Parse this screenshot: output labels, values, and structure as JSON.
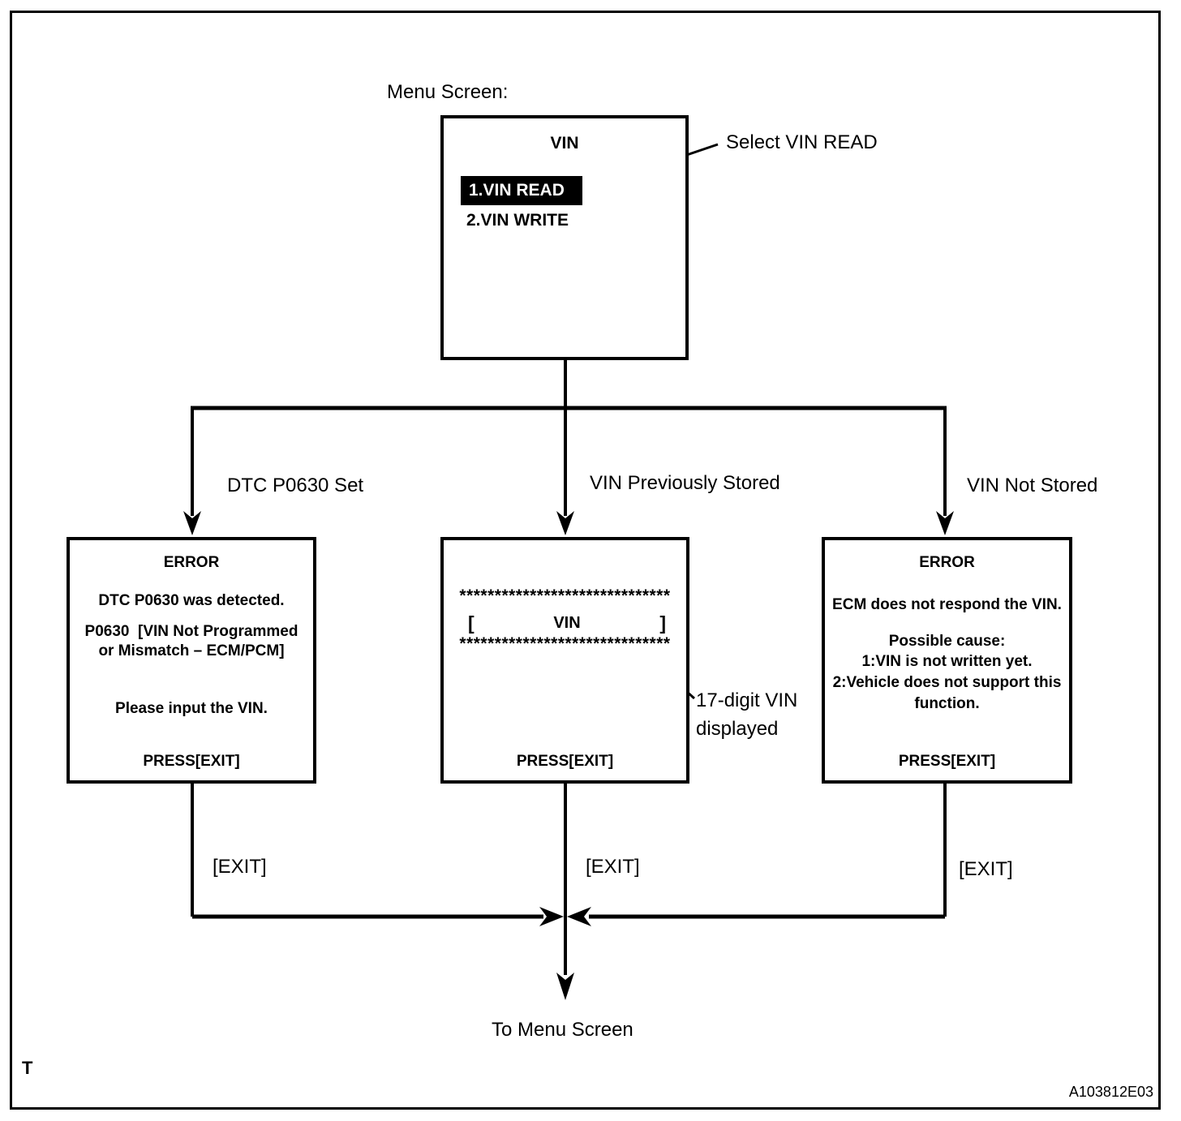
{
  "colors": {
    "ink": "#000000",
    "paper": "#ffffff"
  },
  "labels": {
    "menu_screen": "Menu Screen:",
    "select_callout": "Select VIN READ",
    "vin_callout_line1": "17-digit VIN",
    "vin_callout_line2": "displayed",
    "to_menu": "To Menu Screen",
    "page_marker": "T",
    "figure_code": "A103812E03"
  },
  "menu": {
    "title": "VIN",
    "item_selected": "1.VIN READ",
    "item_unselected": "2.VIN WRITE"
  },
  "branches": [
    {
      "label": "DTC P0630 Set",
      "exit_label": "[EXIT]",
      "screen": {
        "title": "ERROR",
        "line1": "DTC P0630 was detected.",
        "line2": "P0630  [VIN Not Programmed",
        "line3": "or Mismatch – ECM/PCM]",
        "line4": "Please input the VIN.",
        "footer": "PRESS[EXIT]"
      }
    },
    {
      "label": "VIN Previously Stored",
      "exit_label": "[EXIT]",
      "screen": {
        "stars_top": "******************************",
        "bracket_open": "[",
        "vin_label": "VIN",
        "bracket_close": "]",
        "stars_bottom": "******************************",
        "footer": "PRESS[EXIT]"
      }
    },
    {
      "label": "VIN Not Stored",
      "exit_label": "[EXIT]",
      "screen": {
        "title": "ERROR",
        "line1": "ECM does not respond the VIN.",
        "line2": "Possible cause:",
        "line3": "1:VIN is not written yet.",
        "line4": "2:Vehicle does not support this",
        "line5": "function.",
        "footer": "PRESS[EXIT]"
      }
    }
  ]
}
